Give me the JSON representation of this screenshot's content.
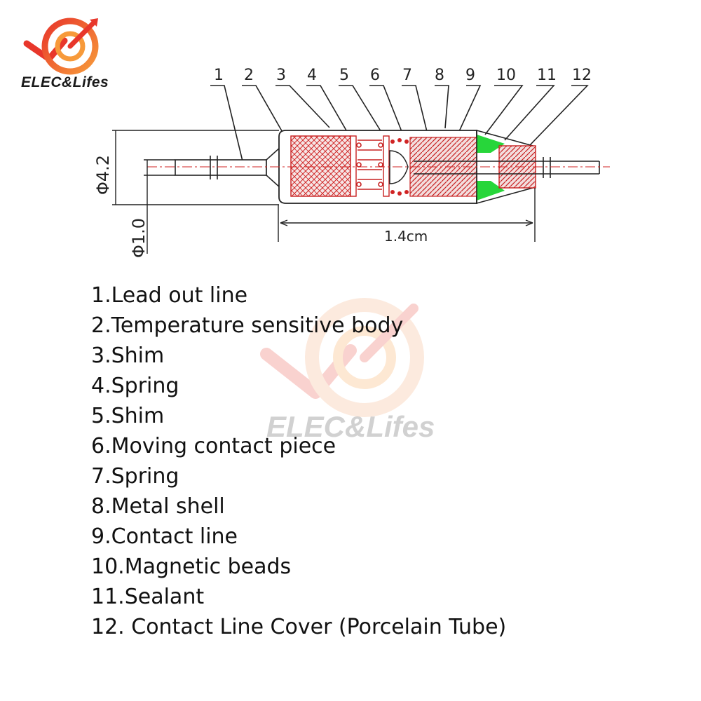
{
  "brand": {
    "name": "ELEC&Lifes",
    "watermark": "ELEC&Lifes",
    "colors": {
      "logo_red": "#e8372b",
      "logo_orange": "#f79a3a"
    }
  },
  "diagram": {
    "callout_numbers": [
      "1",
      "2",
      "3",
      "4",
      "5",
      "6",
      "7",
      "8",
      "9",
      "10",
      "11",
      "12"
    ],
    "dimensions": {
      "outer_diameter": "Φ4.2",
      "lead_diameter": "Φ1.0",
      "length": "1.4cm"
    },
    "colors": {
      "hatch": "#d02424",
      "sealant": "#27d63a",
      "line": "#222222"
    }
  },
  "legend": [
    "1.Lead out line",
    "2.Temperature sensitive body",
    "3.Shim",
    "4.Spring",
    "5.Shim",
    "6.Moving contact piece",
    "7.Spring",
    "8.Metal shell",
    "9.Contact line",
    "10.Magnetic beads",
    "11.Sealant",
    "12. Contact Line Cover (Porcelain Tube)"
  ]
}
